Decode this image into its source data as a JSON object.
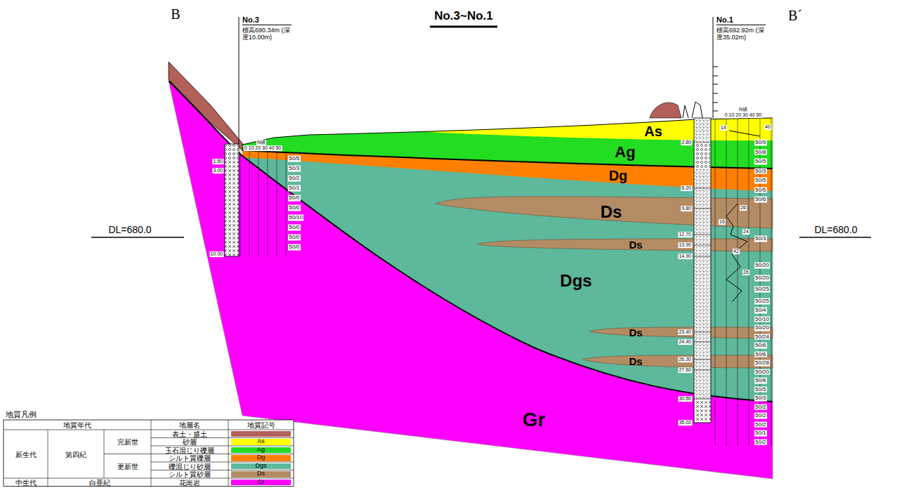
{
  "diagram": {
    "title": "No.3~No.1",
    "nodes": [
      {
        "text": [
          "No.3",
          "標高690.34m (深度10.00m)"
        ]
      },
      {
        "text": [
          "No.1",
          "標高692.92m (深度35.02m)"
        ]
      }
    ],
    "labels": [
      "B",
      "B´",
      "DL=680.0",
      "DL=680.0",
      "As",
      "Ag",
      "Dg",
      "Ds",
      "Ds",
      "Dgs",
      "Ds",
      "Ds",
      "Gr",
      "N値",
      "0 10 20 30 40 50",
      "1.50",
      "3.00",
      "10.00",
      "50/5",
      "50/3",
      "50/2",
      "50/1",
      "50/0",
      "50/0",
      "50/10",
      "50/0",
      "50/0",
      "50/0",
      "N値",
      "0 10 20 30 40 50",
      "2.80",
      "6.20",
      "9.80",
      "12.70",
      "13.90",
      "14.90",
      "23.40",
      "24.40",
      "26.30",
      "27.60",
      "30.50",
      "35.02",
      "50/9",
      "50/8",
      "50/5",
      "50/3",
      "50/5",
      "50/5",
      "50/6",
      "50/3",
      "50/20",
      "50/20",
      "50/25",
      "50/25",
      "50/4",
      "50/10",
      "50/20",
      "50/24",
      "50/6",
      "50/6",
      "50/28",
      "50/20",
      "50/8",
      "50/5",
      "50/3",
      "50/2",
      "50/2",
      "50/2",
      "50/1",
      "50/2",
      "14",
      "40",
      "26",
      "16",
      "24",
      "42",
      "26",
      "地質凡例",
      "地質年代",
      "地層名",
      "地質記号",
      "新生代",
      "第四紀",
      "完新世",
      "更新世",
      "中生代",
      "白亜紀",
      "As",
      "Ag",
      "Dg",
      "Dgs",
      "Ds",
      "Gr"
    ],
    "legend": [
      {
        "text": "表土・盛土",
        "color": "#b4605a"
      },
      {
        "text": "砂層",
        "color": "#ffff00"
      },
      {
        "text": "玉石混じり礫層",
        "color": "#22dd22"
      },
      {
        "text": "シルト質礫層",
        "color": "#ff8000"
      },
      {
        "text": "礫混じり砂層",
        "color": "#5db89c"
      },
      {
        "text": "シルト質砂層",
        "color": "#b48c64"
      },
      {
        "text": "花崗岩",
        "color": "#ff00ff"
      }
    ]
  }
}
